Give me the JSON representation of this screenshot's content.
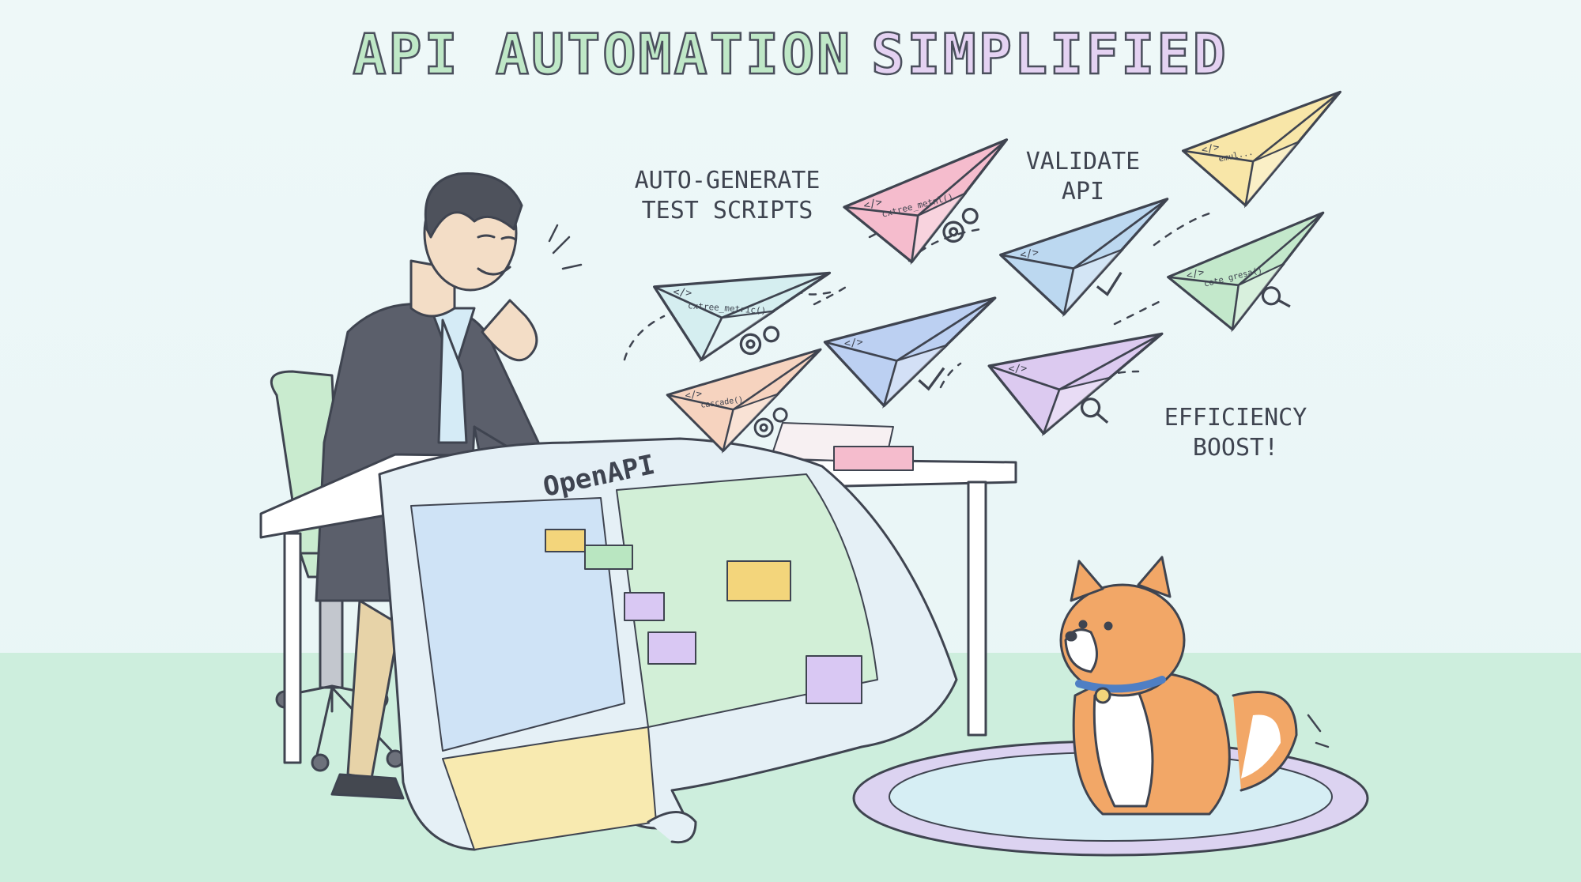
{
  "title": {
    "part1": "API AUTOMATION",
    "part2": "SIMPLIFIED"
  },
  "captions": {
    "generate": "AUTO-GENERATE\nTEST SCRIPTS",
    "validate": "VALIDATE\nAPI",
    "efficiency": "EFFICIENCY\nBOOST!"
  },
  "document_label": "OpenAPI",
  "planes": [
    {
      "code_tag": "</>",
      "snippet": "cascade()",
      "symbol": "gear-icon",
      "color": "#f6d3bf"
    },
    {
      "code_tag": "</>",
      "snippet": "cxtree_metric()",
      "symbol": "gear-icon",
      "color": "#d5eef0"
    },
    {
      "code_tag": "</>",
      "snippet": "cxtree_metnl()",
      "symbol": "gear-icon",
      "color": "#f5bccd"
    },
    {
      "code_tag": "</>",
      "snippet": "",
      "symbol": "check-icon",
      "color": "#bcd0f2"
    },
    {
      "code_tag": "</>",
      "snippet": "",
      "symbol": "check-icon",
      "color": "#bcd8f0"
    },
    {
      "code_tag": "</>",
      "snippet": "emul...",
      "symbol": "none",
      "color": "#f8e6a8"
    },
    {
      "code_tag": "</>",
      "snippet": "cote gresa()",
      "symbol": "search-icon",
      "color": "#c3e8cb"
    },
    {
      "code_tag": "</>",
      "snippet": "",
      "symbol": "search-icon",
      "color": "#dccaf0"
    }
  ],
  "colors": {
    "outline": "#3f4450",
    "floor": "#cdeedd",
    "rug": "#d9dcf5",
    "dog": "#f2a767"
  }
}
